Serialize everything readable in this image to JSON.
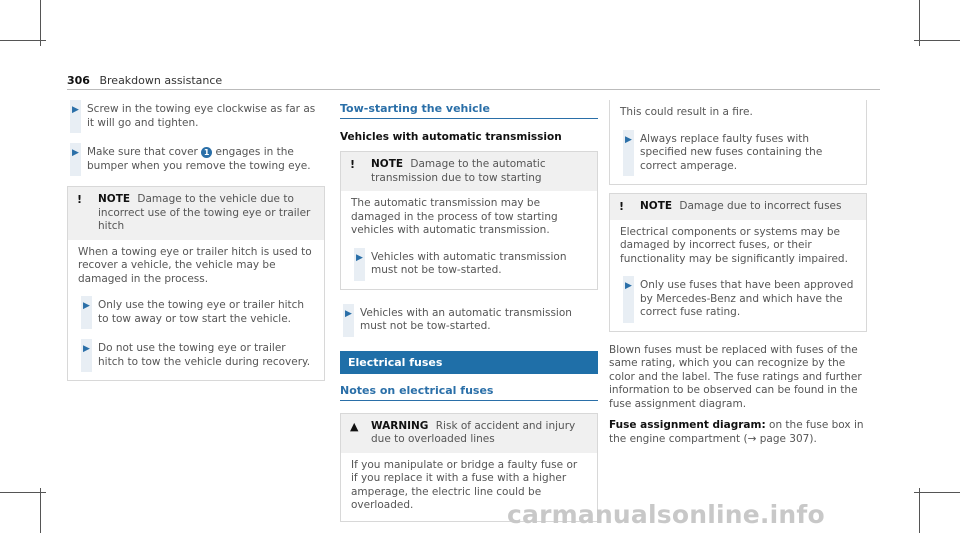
{
  "header": {
    "page_number": "306",
    "section": "Breakdown assistance"
  },
  "col1": {
    "step1": "Screw in the towing eye clockwise as far as it will go and tighten.",
    "step2_a": "Make sure that cover",
    "step2_badge": "1",
    "step2_b": "engages in the bumper when you remove the towing eye.",
    "note": {
      "icon": "!",
      "keyword": "NOTE",
      "text": "Damage to the vehicle due to incorrect use of the towing eye or trailer hitch",
      "body": "When a towing eye or trailer hitch is used to recover a vehicle, the vehicle may be damaged in the process.",
      "step1": "Only use the towing eye or trailer hitch to tow away or tow start the vehicle.",
      "step2": "Do not use the towing eye or trailer hitch to tow the vehicle during recovery."
    }
  },
  "col2": {
    "section_title": "Tow-starting the vehicle",
    "subsection_title": "Vehicles with automatic transmission",
    "note": {
      "icon": "!",
      "keyword": "NOTE",
      "text": "Damage to the automatic transmission due to tow starting",
      "body": "The automatic transmission may be damaged in the process of tow starting vehicles with automatic transmission.",
      "step1": "Vehicles with automatic transmission must not be tow-started."
    },
    "step1": "Vehicles with an automatic transmission must not be tow-started.",
    "banner": "Electrical fuses",
    "section_title2": "Notes on electrical fuses",
    "warning": {
      "icon": "▲",
      "keyword": "WARNING",
      "text": "Risk of accident and injury due to overloaded lines",
      "body": "If you manipulate or bridge a faulty fuse or if you replace it with a fuse with a higher amperage, the electric line could be overloaded."
    }
  },
  "col3": {
    "cont_text": "This could result in a fire.",
    "cont_step": "Always replace faulty fuses with specified new fuses containing the correct amperage.",
    "note": {
      "icon": "!",
      "keyword": "NOTE",
      "text": "Damage due to incorrect fuses",
      "body": "Electrical components or systems may be damaged by incorrect fuses, or their functionality may be significantly impaired.",
      "step1": "Only use fuses that have been approved by Mercedes-Benz and which have the correct fuse rating."
    },
    "para1": "Blown fuses must be replaced with fuses of the same rating, which you can recognize by the color and the label. The fuse ratings and further information to be observed can be found in the fuse assignment diagram.",
    "para2_bold": "Fuse assignment diagram:",
    "para2_text": "on the fuse box in the engine compartment (",
    "para2_arrow": "→",
    "para2_ref": "page 307",
    "para2_end": ")."
  },
  "watermark": "carmanualsonline.info"
}
